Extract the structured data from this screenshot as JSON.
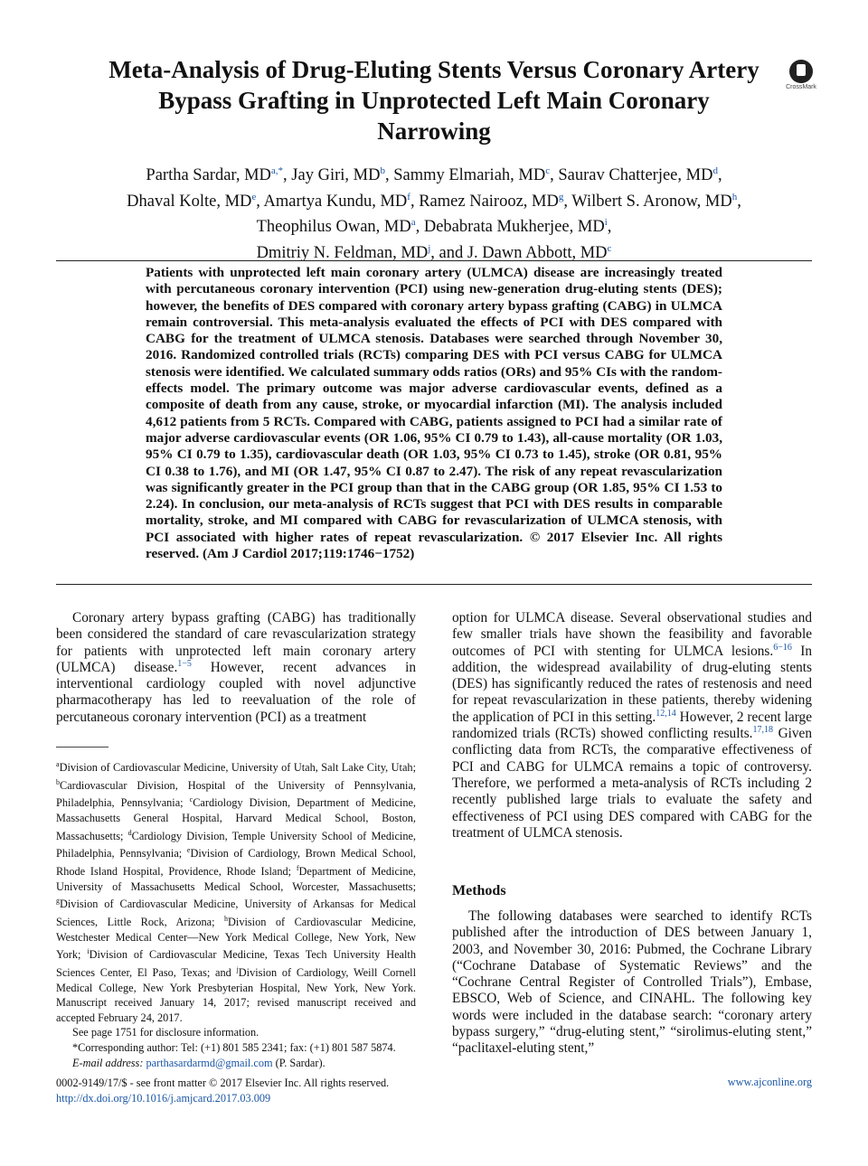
{
  "title": "Meta-Analysis of Drug-Eluting Stents Versus Coronary Artery Bypass Grafting in Unprotected Left Main Coronary Narrowing",
  "crossmark_label": "CrossMark",
  "authors": [
    {
      "name": "Partha Sardar, MD",
      "aff": "a,*",
      "sep": ", "
    },
    {
      "name": "Jay Giri, MD",
      "aff": "b",
      "sep": ", "
    },
    {
      "name": "Sammy Elmariah, MD",
      "aff": "c",
      "sep": ", "
    },
    {
      "name": "Saurav Chatterjee, MD",
      "aff": "d",
      "sep": ",",
      "br": true
    },
    {
      "name": "Dhaval Kolte, MD",
      "aff": "e",
      "sep": ", "
    },
    {
      "name": "Amartya Kundu, MD",
      "aff": "f",
      "sep": ", "
    },
    {
      "name": "Ramez Nairooz, MD",
      "aff": "g",
      "sep": ", "
    },
    {
      "name": "Wilbert S. Aronow, MD",
      "aff": "h",
      "sep": ",",
      "br": true
    },
    {
      "name": "Theophilus Owan, MD",
      "aff": "a",
      "sep": ", "
    },
    {
      "name": "Debabrata Mukherjee, MD",
      "aff": "i",
      "sep": ",",
      "br": true
    },
    {
      "name": "Dmitriy N. Feldman, MD",
      "aff": "j",
      "sep": ", and "
    },
    {
      "name": "J. Dawn Abbott, MD",
      "aff": "c",
      "sep": ""
    }
  ],
  "abstract": "Patients with unprotected left main coronary artery (ULMCA) disease are increasingly treated with percutaneous coronary intervention (PCI) using new-generation drug-eluting stents (DES); however, the benefits of DES compared with coronary artery bypass grafting (CABG) in ULMCA remain controversial. This meta-analysis evaluated the effects of PCI with DES compared with CABG for the treatment of ULMCA stenosis. Databases were searched through November 30, 2016. Randomized controlled trials (RCTs) comparing DES with PCI versus CABG for ULMCA stenosis were identified. We calculated summary odds ratios (ORs) and 95% CIs with the random-effects model. The primary outcome was major adverse cardiovascular events, defined as a composite of death from any cause, stroke, or myocardial infarction (MI). The analysis included 4,612 patients from 5 RCTs. Compared with CABG, patients assigned to PCI had a similar rate of major adverse cardiovascular events (OR 1.06, 95% CI 0.79 to 1.43), all-cause mortality (OR 1.03, 95% CI 0.79 to 1.35), cardiovascular death (OR 1.03, 95% CI 0.73 to 1.45), stroke (OR 0.81, 95% CI 0.38 to 1.76), and MI (OR 1.47, 95% CI 0.87 to 2.47). The risk of any repeat revascularization was significantly greater in the PCI group than that in the CABG group (OR 1.85, 95% CI 1.53 to 2.24). In conclusion, our meta-analysis of RCTs suggest that PCI with DES results in comparable mortality, stroke, and MI compared with CABG for revascularization of ULMCA stenosis, with PCI associated with higher rates of repeat revascularization. © 2017 Elsevier Inc. All rights reserved. (Am J Cardiol 2017;119:1746−1752)",
  "intro": {
    "p1_a": "Coronary artery bypass grafting (CABG) has traditionally been considered the standard of care revascularization strategy for patients with unprotected left main coronary artery (ULMCA) disease.",
    "ref1": "1−5",
    "p1_b": " However, recent advances in interventional cardiology coupled with novel adjunctive pharmacotherapy has led to reevaluation of the role of percutaneous coronary intervention (PCI) as a treatment",
    "p2_a": "option for ULMCA disease. Several observational studies and few smaller trials have shown the feasibility and favorable outcomes of PCI with stenting for ULMCA lesions.",
    "ref2": "6−16",
    "p2_b": " In addition, the widespread availability of drug-eluting stents (DES) has significantly reduced the rates of restenosis and need for repeat revascularization in these patients, thereby widening the application of PCI in this setting.",
    "ref3": "12,14",
    "p2_c": " However, 2 recent large randomized trials (RCTs) showed conflicting results.",
    "ref4": "17,18",
    "p2_d": " Given conflicting data from RCTs, the comparative effectiveness of PCI and CABG for ULMCA remains a topic of controversy. Therefore, we performed a meta-analysis of RCTs including 2 recently published large trials to evaluate the safety and effectiveness of PCI using DES compared with CABG for the treatment of ULMCA stenosis."
  },
  "footnotes": {
    "affiliations": [
      {
        "sup": "a",
        "text": "Division of Cardiovascular Medicine, University of Utah, Salt Lake City, Utah; "
      },
      {
        "sup": "b",
        "text": "Cardiovascular Division, Hospital of the University of Pennsylvania, Philadelphia, Pennsylvania; "
      },
      {
        "sup": "c",
        "text": "Cardiology Division, Department of Medicine, Massachusetts General Hospital, Harvard Medical School, Boston, Massachusetts; "
      },
      {
        "sup": "d",
        "text": "Cardiology Division, Temple University School of Medicine, Philadelphia, Pennsylvania; "
      },
      {
        "sup": "e",
        "text": "Division of Cardiology, Brown Medical School, Rhode Island Hospital, Providence, Rhode Island; "
      },
      {
        "sup": "f",
        "text": "Department of Medicine, University of Massachusetts Medical School, Worcester, Massachusetts; "
      },
      {
        "sup": "g",
        "text": "Division of Cardiovascular Medicine, University of Arkansas for Medical Sciences, Little Rock, Arizona; "
      },
      {
        "sup": "h",
        "text": "Division of Cardiovascular Medicine, Westchester Medical Center—New York Medical College, New York, New York; "
      },
      {
        "sup": "i",
        "text": "Division of Cardiovascular Medicine, Texas Tech University Health Sciences Center, El Paso, Texas; and "
      },
      {
        "sup": "j",
        "text": "Division of Cardiology, Weill Cornell Medical College, New York Presbyterian Hospital, New York, New York. Manuscript received January 14, 2017; revised manuscript received and accepted February 24, 2017."
      }
    ],
    "disclosure": "See page 1751 for disclosure information.",
    "corresponding": "*Corresponding author: Tel: (+1) 801 585 2341; fax: (+1) 801 587 5874.",
    "email_label": "E-mail address:",
    "email": "parthasardarmd@gmail.com",
    "email_suffix": " (P. Sardar)."
  },
  "methods": {
    "heading": "Methods",
    "text": "The following databases were searched to identify RCTs published after the introduction of DES between January 1, 2003, and November 30, 2016: Pubmed, the Cochrane Library (“Cochrane Database of Systematic Reviews” and the “Cochrane Central Register of Controlled Trials”), Embase, EBSCO, Web of Science, and CINAHL. The following key words were included in the database search: “coronary artery bypass surgery,” “drug-eluting stent,” “sirolimus-eluting stent,” “paclitaxel-eluting stent,”"
  },
  "footer": {
    "issn": "0002-9149/17/$ - see front matter © 2017 Elsevier Inc. All rights reserved.",
    "doi": "http://dx.doi.org/10.1016/j.amjcard.2017.03.009",
    "site": "www.ajconline.org"
  },
  "colors": {
    "link": "#1a56a6",
    "text": "#111111"
  }
}
